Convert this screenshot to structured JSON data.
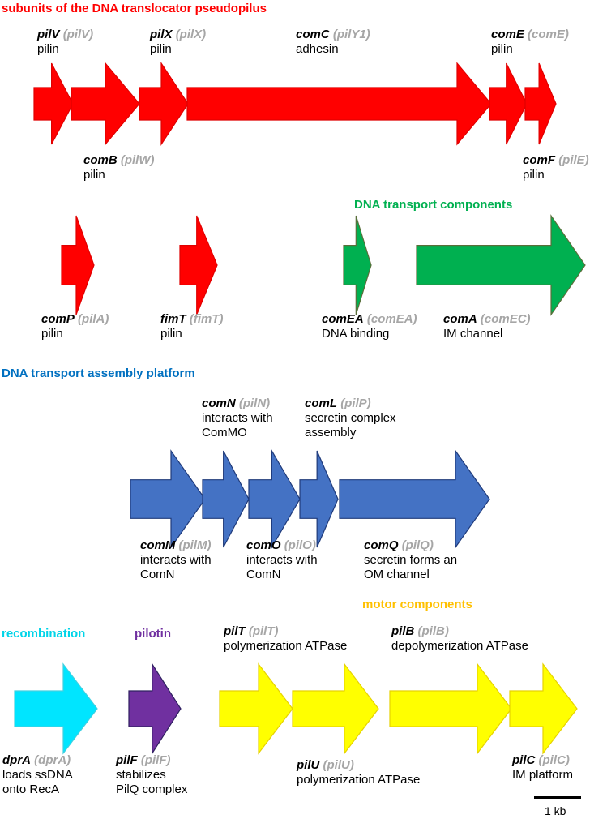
{
  "groups": [
    {
      "id": "pseudopilus",
      "title": "subunits of the DNA translocator pseudopilus",
      "color": "#ff0000"
    },
    {
      "id": "transport",
      "title": "DNA transport components",
      "color": "#00b050"
    },
    {
      "id": "platform",
      "title": "DNA transport assembly platform",
      "color": "#0070c0"
    },
    {
      "id": "motor",
      "title": "motor components",
      "color": "#ffc000"
    },
    {
      "id": "recombination",
      "title": "recombination",
      "color": "#00d4e8"
    },
    {
      "id": "pilotin",
      "title": "pilotin",
      "color": "#7030a0"
    }
  ],
  "colors": {
    "pseudopilus": {
      "fill": "#ff0000",
      "stroke": "#e00000"
    },
    "transport": {
      "fill": "#00b050",
      "stroke": "#5a6e3a"
    },
    "platform": {
      "fill": "#4472c4",
      "stroke": "#1f3a7a"
    },
    "motor": {
      "fill": "#ffff00",
      "stroke": "#e6d200"
    },
    "recombination": {
      "fill": "#00e5ff",
      "stroke": "#40d0e0"
    },
    "pilotin": {
      "fill": "#7030a0",
      "stroke": "#2f2060"
    },
    "homolog_text": "#a6a6a6"
  },
  "genes": [
    {
      "id": "pilV",
      "group": "pseudopilus",
      "name": "pilV",
      "homolog": "(pilV)",
      "function": "pilin"
    },
    {
      "id": "comB",
      "group": "pseudopilus",
      "name": "comB",
      "homolog": "(pilW)",
      "function": "pilin"
    },
    {
      "id": "pilX",
      "group": "pseudopilus",
      "name": "pilX",
      "homolog": "(pilX)",
      "function": "pilin"
    },
    {
      "id": "comC",
      "group": "pseudopilus",
      "name": "comC",
      "homolog": "(pilY1)",
      "function": "adhesin"
    },
    {
      "id": "comE",
      "group": "pseudopilus",
      "name": "comE",
      "homolog": "(comE)",
      "function": "pilin"
    },
    {
      "id": "comF",
      "group": "pseudopilus",
      "name": "comF",
      "homolog": "(pilE)",
      "function": "pilin"
    },
    {
      "id": "comP",
      "group": "pseudopilus",
      "name": "comP",
      "homolog": "(pilA)",
      "function": "pilin"
    },
    {
      "id": "fimT",
      "group": "pseudopilus",
      "name": "fimT",
      "homolog": "(fimT)",
      "function": "pilin"
    },
    {
      "id": "comEA",
      "group": "transport",
      "name": "comEA",
      "homolog": "(comEA)",
      "function": "DNA binding"
    },
    {
      "id": "comA",
      "group": "transport",
      "name": "comA",
      "homolog": "(comEC)",
      "function": "IM channel"
    },
    {
      "id": "comM",
      "group": "platform",
      "name": "comM",
      "homolog": "(pilM)",
      "function": "interacts with\nComN"
    },
    {
      "id": "comN",
      "group": "platform",
      "name": "comN",
      "homolog": "(pilN)",
      "function": "interacts with\nComMO"
    },
    {
      "id": "comO",
      "group": "platform",
      "name": "comO",
      "homolog": "(pilO)",
      "function": "interacts with\nComN"
    },
    {
      "id": "comL",
      "group": "platform",
      "name": "comL",
      "homolog": "(pilP)",
      "function": "secretin complex\nassembly"
    },
    {
      "id": "comQ",
      "group": "platform",
      "name": "comQ",
      "homolog": "(pilQ)",
      "function": "secretin forms an\nOM channel"
    },
    {
      "id": "dprA",
      "group": "recombination",
      "name": "dprA",
      "homolog": "(dprA)",
      "function": "loads ssDNA\nonto RecA"
    },
    {
      "id": "pilF",
      "group": "pilotin",
      "name": "pilF",
      "homolog": "(pilF)",
      "function": "stabilizes\nPilQ complex"
    },
    {
      "id": "pilT",
      "group": "motor",
      "name": "pilT",
      "homolog": "(pilT)",
      "function": "polymerization ATPase"
    },
    {
      "id": "pilU",
      "group": "motor",
      "name": "pilU",
      "homolog": "(pilU)",
      "function": "polymerization ATPase"
    },
    {
      "id": "pilB",
      "group": "motor",
      "name": "pilB",
      "homolog": "(pilB)",
      "function": "depolymerization ATPase"
    },
    {
      "id": "pilC",
      "group": "motor",
      "name": "pilC",
      "homolog": "(pilC)",
      "function": "IM platform"
    }
  ],
  "scale": {
    "label": "1 kb"
  }
}
